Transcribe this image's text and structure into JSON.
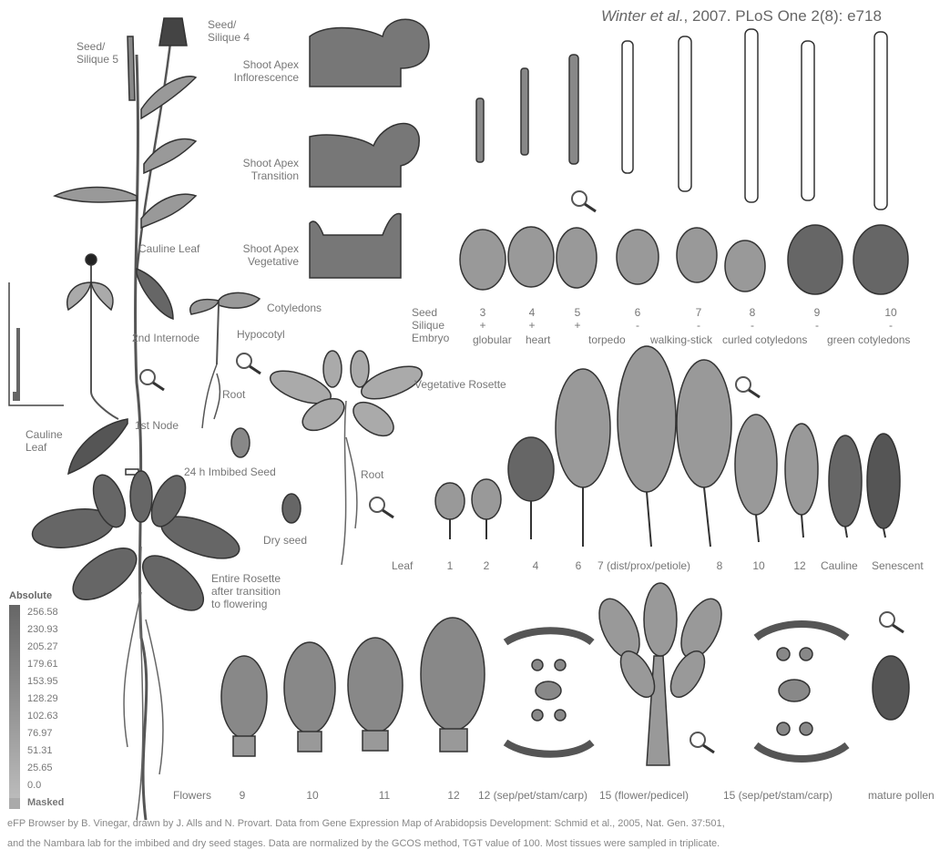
{
  "citation": {
    "authors": "Winter et al.",
    "rest": ", 2007. PLoS One 2(8): e718"
  },
  "plant_labels": {
    "seed5": "Seed/\nSilique 5",
    "seed4": "Seed/\nSilique 4",
    "cauline_upper": "Cauline Leaf",
    "internode": "2nd Internode",
    "node": "1st Node",
    "cauline_lower": "Cauline\nLeaf",
    "entire_rosette": "Entire Rosette\nafter transition\nto flowering"
  },
  "apex_labels": {
    "inflorescence": "Shoot Apex\nInflorescence",
    "transition": "Shoot Apex\nTransition",
    "vegetative": "Shoot Apex\nVegetative"
  },
  "seedling_labels": {
    "cotyledons": "Cotyledons",
    "hypocotyl": "Hypocotyl",
    "root": "Root",
    "imbibed": "24 h Imbibed Seed",
    "dry": "Dry seed",
    "veg_rosette": "Vegetative Rosette",
    "veg_root": "Root"
  },
  "seed_row": {
    "row_titles": [
      "Seed",
      "Silique",
      "Embryo"
    ],
    "seed_numbers": [
      "3",
      "4",
      "5",
      "6",
      "7",
      "8",
      "9",
      "10"
    ],
    "silique_marks": [
      "+",
      "+",
      "+",
      "-",
      "-",
      "-",
      "-",
      "-"
    ],
    "embryo_stages": [
      "globular",
      "heart",
      "torpedo",
      "walking-stick",
      "curled cotyledons",
      "green cotyledons"
    ]
  },
  "leaf_row": {
    "title": "Leaf",
    "labels": [
      "1",
      "2",
      "4",
      "6",
      "7 (dist/prox/petiole)",
      "8",
      "10",
      "12",
      "Cauline",
      "Senescent"
    ]
  },
  "flower_row": {
    "title": "Flowers",
    "labels": [
      "9",
      "10",
      "11",
      "12",
      "12 (sep/pet/stam/carp)",
      "15 (flower/pedicel)",
      "15 (sep/pet/stam/carp)",
      "mature pollen"
    ]
  },
  "legend": {
    "title": "Absolute",
    "ticks": [
      "256.58",
      "230.93",
      "205.27",
      "179.61",
      "153.95",
      "128.29",
      "102.63",
      "76.97",
      "51.31",
      "25.65",
      "0.0",
      "Masked"
    ]
  },
  "footer": {
    "line1": "eFP Browser by B. Vinegar, drawn by J. Alls and N. Provart. Data from Gene Expression Map of Arabidopsis Development: Schmid et al., 2005, Nat. Gen. 37:501,",
    "line2": "and the Nambara lab for the imbibed and dry seed stages. Data are normalized by the GCOS method, TGT value of 100. Most tissues were sampled in triplicate."
  }
}
